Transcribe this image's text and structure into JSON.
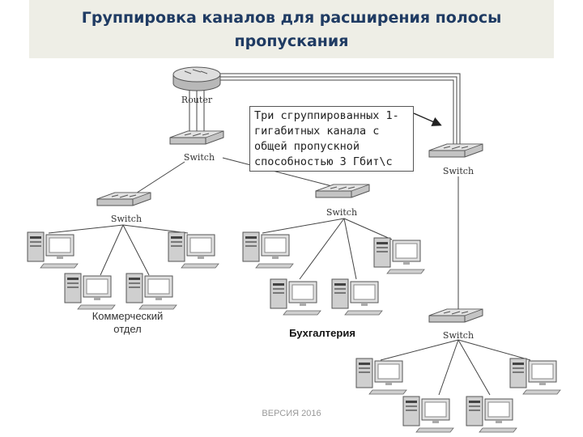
{
  "title": "Группировка каналов для расширения полосы пропускания",
  "callout": "Три сгруппированных 1-гигабитных канала с общей пропускной способностью 3 Гбит\\с",
  "groups": {
    "commercial": "Коммерческий отдел",
    "accounting": "Бухгалтерия"
  },
  "devices": {
    "router": "Router",
    "switch": "Switch"
  },
  "footer": {
    "version": "ВЕРСИЯ 2016"
  }
}
